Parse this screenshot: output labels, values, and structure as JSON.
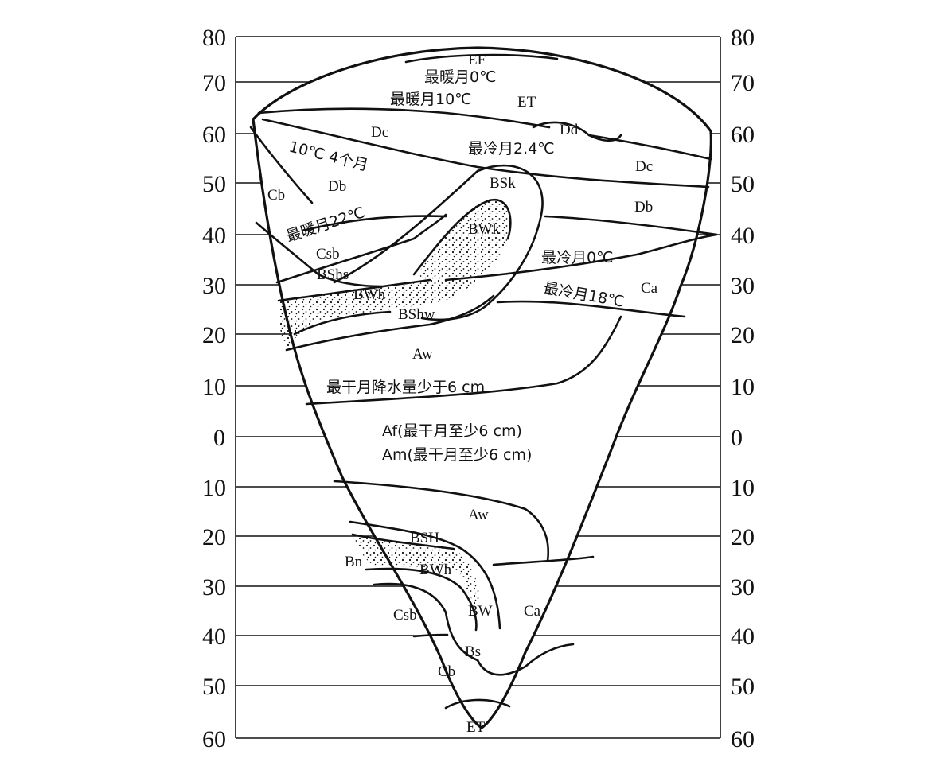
{
  "latitude_ticks_left": [
    "80",
    "70",
    "60",
    "50",
    "40",
    "30",
    "20",
    "10",
    "0",
    "10",
    "20",
    "30",
    "40",
    "50",
    "60"
  ],
  "latitude_ticks_right": [
    "80",
    "70",
    "60",
    "50",
    "40",
    "30",
    "20",
    "10",
    "0",
    "10",
    "20",
    "30",
    "40",
    "50",
    "60"
  ],
  "regions": {
    "ef": "EF",
    "et_north": "ET",
    "dc_left": "Dc",
    "dd": "Dd",
    "dc_right": "Dc",
    "cb_north": "Cb",
    "db_left": "Db",
    "db_right": "Db",
    "bsk": "BSk",
    "bwk": "BWk",
    "csb_north": "Csb",
    "bshs": "BShs",
    "bwh_north": "BWh",
    "bshw": "BShw",
    "ca_north": "Ca",
    "aw_north": "Aw",
    "aw_south": "Aw",
    "bsh_south": "BSH",
    "bn": "Bn",
    "bwh_south": "BWh",
    "csb_south": "Csb",
    "bw": "BW",
    "ca_south": "Ca",
    "bs": "Bs",
    "cb_south": "Cb",
    "et_south": "ET"
  },
  "annotations": {
    "warmest_0": "最暖月0℃",
    "warmest_10": "最暖月10℃",
    "coldest_2_4": "最冷月2.4℃",
    "ten_deg_4_months": "10℃  4个月",
    "warmest_22": "最暖月22℃",
    "coldest_0": "最冷月0℃",
    "coldest_18": "最冷月18℃",
    "driest_less_6": "最干月降水量少于6 cm",
    "af": "Af(最干月至少6 cm)",
    "am": "Am(最干月至少6 cm)"
  }
}
